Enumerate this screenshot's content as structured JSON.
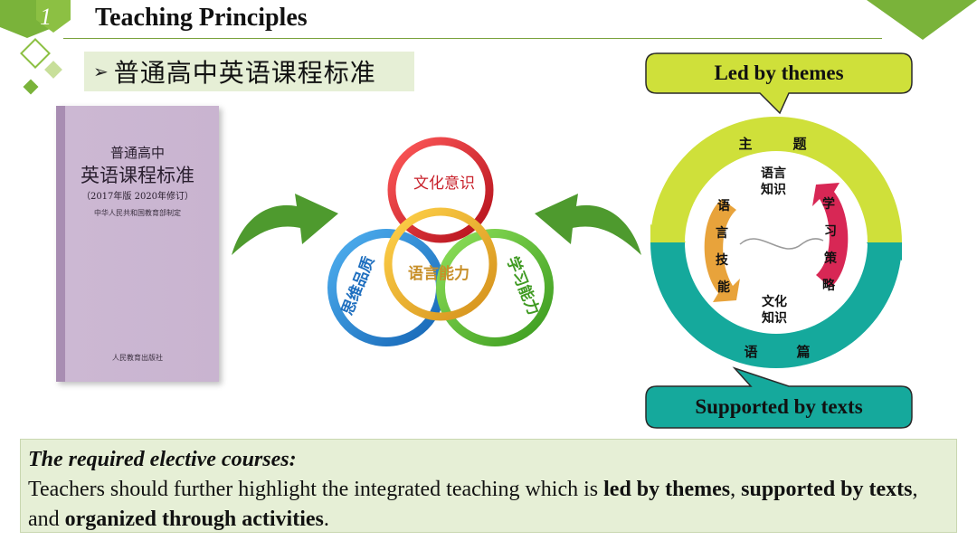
{
  "header": {
    "number": "1",
    "title": "Teaching Principles",
    "accent_color": "#7ab33a"
  },
  "subtitle": {
    "arrow": "➢",
    "text": "普通高中英语课程标准"
  },
  "book": {
    "title_line1": "普通高中",
    "title_line2": "英语课程标准",
    "edition": "（2017年版 2020年修订）",
    "author": "中华人民共和国教育部制定",
    "publisher": "人民教育出版社"
  },
  "rings": {
    "culture": "文化意识",
    "language": "语言能力",
    "thinking": "思维品质",
    "learning": "学习能力"
  },
  "cycle": {
    "top_callout": "Led by themes",
    "bottom_callout": "Supported by texts",
    "top_char1": "主",
    "top_char2": "题",
    "bottom_char1": "语",
    "bottom_char2": "篇",
    "center_top_1": "语言",
    "center_top_2": "知识",
    "center_bottom_1": "文化",
    "center_bottom_2": "知识",
    "left_1": "语",
    "left_2": "言",
    "left_3": "技",
    "left_4": "能",
    "right_1": "学",
    "right_2": "习",
    "right_3": "策",
    "right_4": "略",
    "colors": {
      "lime": "#cfe03a",
      "teal": "#15a99c",
      "orange": "#e8a33b",
      "crimson": "#d82755"
    }
  },
  "bottom": {
    "heading": "The required elective courses:",
    "text_1": "Teachers should further highlight the integrated teaching which is ",
    "bold_1": "led by themes",
    "text_2": ", ",
    "bold_2": "supported by texts",
    "text_3": ", and ",
    "bold_3": "organized through activities",
    "text_4": "."
  }
}
